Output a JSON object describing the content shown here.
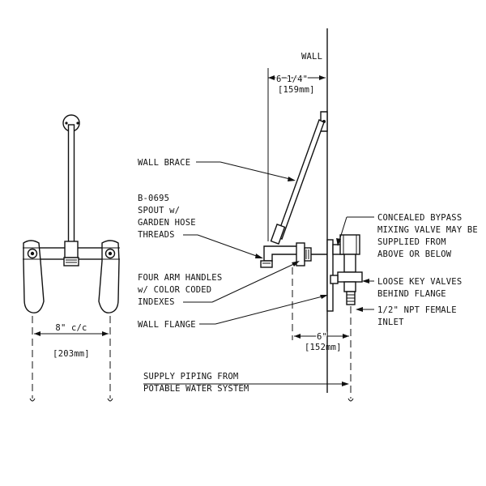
{
  "labels": {
    "wall": "WALL",
    "dim_top": "6 1/4\"",
    "dim_top_mm": "[159mm]",
    "wall_brace": "WALL BRACE",
    "spout_1": "B-0695",
    "spout_2": "SPOUT w/",
    "spout_3": "GARDEN HOSE",
    "spout_4": "THREADS",
    "handles_1": "FOUR ARM HANDLES",
    "handles_2": "w/ COLOR CODED",
    "handles_3": "INDEXES",
    "wall_flange": "WALL FLANGE",
    "bypass_1": "CONCEALED BYPASS",
    "bypass_2": "MIXING VALVE MAY BE",
    "bypass_3": "SUPPLIED FROM",
    "bypass_4": "ABOVE OR BELOW",
    "loose_1": "LOOSE KEY VALVES",
    "loose_2": "BEHIND FLANGE",
    "inlet_1": "1/2\" NPT FEMALE",
    "inlet_2": "INLET",
    "dim_left": "8\" c/c",
    "dim_left_mm": "[203mm]",
    "dim_right": "6\"",
    "dim_right_mm": "[152mm]",
    "supply_1": "SUPPLY PIPING FROM",
    "supply_2": "POTABLE WATER SYSTEM"
  }
}
